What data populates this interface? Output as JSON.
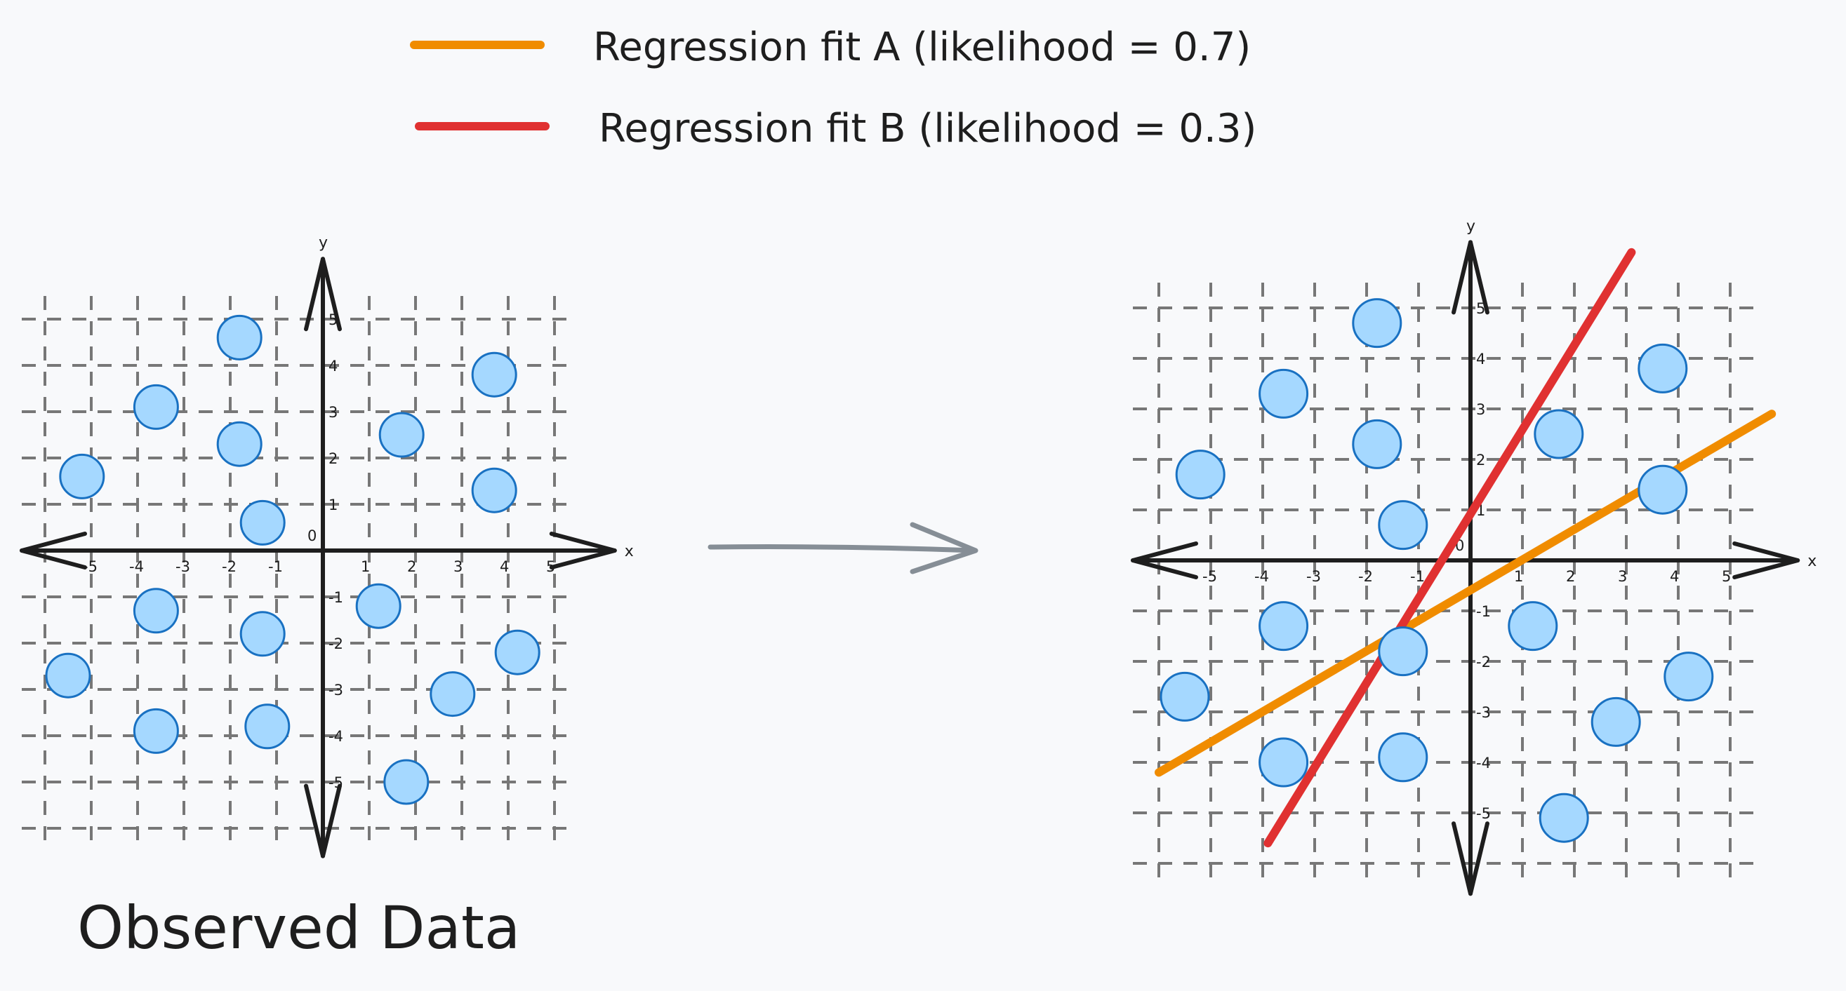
{
  "legend": {
    "items": [
      {
        "label": "Regression fit A (likelihood = 0.7)",
        "color": "#f08c00"
      },
      {
        "label": "Regression fit B (likelihood = 0.3)",
        "color": "#e03131"
      }
    ]
  },
  "caption": "Observed Data",
  "colors": {
    "point_fill": "#a5d8ff",
    "point_stroke": "#1971c2",
    "axis": "#1e1e1e",
    "grid": "#777777",
    "arrow": "#868e96",
    "background": "#f8f9fb"
  },
  "arrow_icon": "right-arrow-icon",
  "plots": [
    {
      "id": "observed",
      "x_axis_letter": "x",
      "y_axis_letter": "y",
      "x_ticks": [
        "-5",
        "-4",
        "-3",
        "-2",
        "-1",
        "0",
        "1",
        "2",
        "3",
        "4",
        "5"
      ],
      "y_ticks": [
        "-5",
        "-4",
        "-3",
        "-2",
        "-1",
        "1",
        "2",
        "3",
        "4",
        "5"
      ],
      "points": [
        [
          -1.8,
          4.6
        ],
        [
          -3.6,
          3.1
        ],
        [
          -1.8,
          2.3
        ],
        [
          -5.2,
          1.6
        ],
        [
          -1.3,
          0.6
        ],
        [
          1.7,
          2.5
        ],
        [
          3.7,
          3.8
        ],
        [
          3.7,
          1.3
        ],
        [
          -3.6,
          -1.3
        ],
        [
          -1.3,
          -1.8
        ],
        [
          -5.5,
          -2.7
        ],
        [
          -3.6,
          -3.9
        ],
        [
          -1.2,
          -3.8
        ],
        [
          1.2,
          -1.2
        ],
        [
          4.2,
          -2.2
        ],
        [
          2.8,
          -3.1
        ],
        [
          1.8,
          -5.0
        ]
      ],
      "fits": []
    },
    {
      "id": "with-fits",
      "x_axis_letter": "x",
      "y_axis_letter": "y",
      "x_ticks": [
        "-5",
        "-4",
        "-3",
        "-2",
        "-1",
        "0",
        "1",
        "2",
        "3",
        "4",
        "5"
      ],
      "y_ticks": [
        "-5",
        "-4",
        "-3",
        "-2",
        "-1",
        "1",
        "2",
        "3",
        "4",
        "5"
      ],
      "points": [
        [
          -1.8,
          4.7
        ],
        [
          -3.6,
          3.3
        ],
        [
          -1.8,
          2.3
        ],
        [
          -5.2,
          1.7
        ],
        [
          -1.3,
          0.7
        ],
        [
          1.7,
          2.5
        ],
        [
          3.7,
          3.8
        ],
        [
          3.7,
          1.4
        ],
        [
          -3.6,
          -1.3
        ],
        [
          -1.3,
          -1.8
        ],
        [
          -5.5,
          -2.7
        ],
        [
          -3.6,
          -4.0
        ],
        [
          -1.3,
          -3.9
        ],
        [
          1.2,
          -1.3
        ],
        [
          4.2,
          -2.3
        ],
        [
          2.8,
          -3.2
        ],
        [
          1.8,
          -5.1
        ]
      ],
      "fits": [
        {
          "name": "Regression fit A",
          "likelihood": 0.7,
          "color": "#f08c00",
          "from": [
            -6.0,
            -4.2
          ],
          "to": [
            5.8,
            2.9
          ]
        },
        {
          "name": "Regression fit B",
          "likelihood": 0.3,
          "color": "#e03131",
          "from": [
            -3.9,
            -5.6
          ],
          "to": [
            3.1,
            6.1
          ]
        }
      ]
    }
  ]
}
